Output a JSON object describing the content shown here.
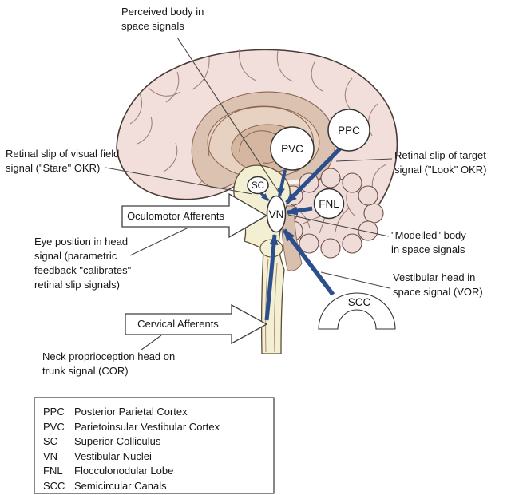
{
  "nodes": {
    "ppc": {
      "label": "PPC"
    },
    "pvc": {
      "label": "PVC"
    },
    "sc": {
      "label": "SC"
    },
    "vn": {
      "label": "VN"
    },
    "fnl": {
      "label": "FNL"
    },
    "scc": {
      "label": "SCC"
    }
  },
  "block_arrows": {
    "oculomotor": {
      "label": "Oculomotor Afferents"
    },
    "cervical": {
      "label": "Cervical Afferents"
    }
  },
  "annotations": {
    "perceived_body": {
      "lines": [
        "Perceived body in",
        "space signals"
      ]
    },
    "stare_okr": {
      "lines": [
        "Retinal slip of visual field",
        "signal (\"Stare\" OKR)"
      ]
    },
    "eye_position": {
      "lines": [
        "Eye position in head",
        "signal (parametric",
        "feedback \"calibrates\"",
        "retinal slip signals)"
      ]
    },
    "neck_cor": {
      "lines": [
        "Neck proprioception head on",
        "trunk signal (COR)"
      ]
    },
    "look_okr": {
      "lines": [
        "Retinal slip of target",
        "signal (\"Look\" OKR)"
      ]
    },
    "modelled_body": {
      "lines": [
        "\"Modelled\" body",
        "in space signals"
      ]
    },
    "vor": {
      "lines": [
        "Vestibular head in",
        "space signal (VOR)"
      ]
    }
  },
  "legend": {
    "items": [
      {
        "abbr": "PPC",
        "name": "Posterior Parietal Cortex"
      },
      {
        "abbr": "PVC",
        "name": "Parietoinsular Vestibular Cortex"
      },
      {
        "abbr": "SC",
        "name": "Superior Colliculus"
      },
      {
        "abbr": "VN",
        "name": "Vestibular Nuclei"
      },
      {
        "abbr": "FNL",
        "name": "Flocculonodular Lobe"
      },
      {
        "abbr": "SCC",
        "name": "Semicircular Canals"
      }
    ]
  },
  "colors": {
    "arrow_blue": "#2a4f8a",
    "cortex_pink": "#f2dfdc",
    "inner_tan": "#dcc2b0",
    "inner_tan_light": "#e7d2c1",
    "inner_tan_dark": "#d4b6a1",
    "cerebellum_pink": "#efdcd8",
    "brainstem_cream": "#f3efd2",
    "wedge_tan": "#d8bfae",
    "outline_brown": "#4a3a35"
  }
}
